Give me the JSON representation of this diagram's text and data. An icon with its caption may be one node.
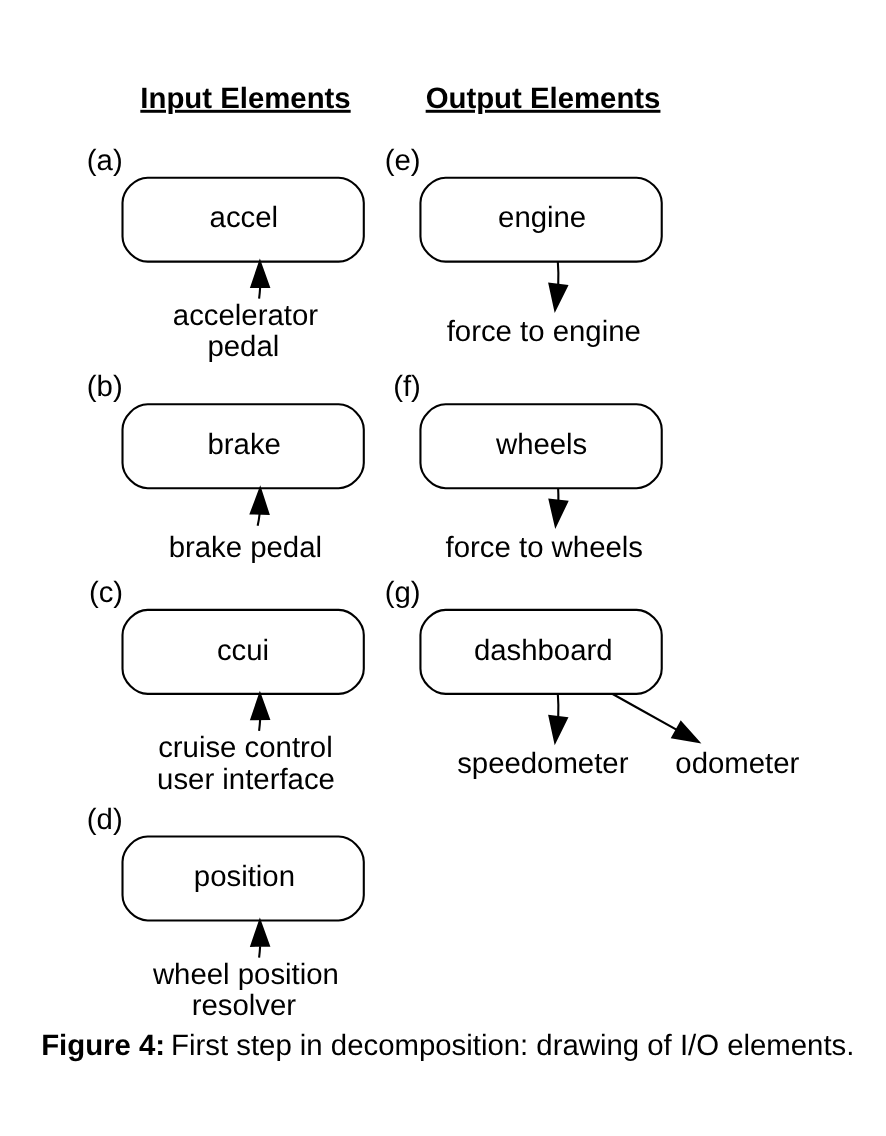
{
  "diagram": {
    "caption": "**Figure 4:**  First step in decomposition: drawing of I/O elements.",
    "nodes": [
      {
        "text": [
          "accel"
        ],
        "beside": [
          "(a)"
        ]
      },
      {
        "text": [
          "accelerator pedal"
        ]
      },
      {
        "text": [
          "brake"
        ],
        "beside": [
          "(b)"
        ]
      },
      {
        "text": [
          "brake pedal"
        ]
      },
      {
        "text": [
          "ccui"
        ],
        "beside": [
          "(c)"
        ]
      },
      {
        "text": [
          "cruise control user interface"
        ]
      },
      {
        "text": [
          "position"
        ],
        "beside": [
          "(d)"
        ]
      },
      {
        "text": [
          "wheel position resolver"
        ]
      },
      {
        "text": [
          "engine"
        ],
        "beside": [
          "(e)"
        ]
      },
      {
        "text": [
          "force to engine"
        ]
      },
      {
        "text": [
          "wheels"
        ],
        "beside": [
          "(f)"
        ]
      },
      {
        "text": [
          "force to wheels"
        ]
      },
      {
        "text": [
          "dashboard"
        ],
        "beside": [
          "(g)"
        ]
      },
      {
        "text": [
          "speedometer"
        ]
      },
      {
        "text": [
          "odometer"
        ]
      }
    ],
    "edges": [
      {
        "from": 1,
        "to": 0,
        "arrow": "to"
      },
      {
        "from": 3,
        "to": 2,
        "arrow": "to"
      },
      {
        "from": 5,
        "to": 4,
        "arrow": "to"
      },
      {
        "from": 7,
        "to": 6,
        "arrow": "to"
      },
      {
        "from": 8,
        "to": 9,
        "arrow": "to"
      },
      {
        "from": 10,
        "to": 11,
        "arrow": "to"
      },
      {
        "from": 12,
        "to": 13,
        "arrow": "to"
      },
      {
        "from": 12,
        "to": 14,
        "arrow": "to"
      }
    ],
    "labels": [
      "Input Elements",
      "Output Elements"
    ]
  }
}
